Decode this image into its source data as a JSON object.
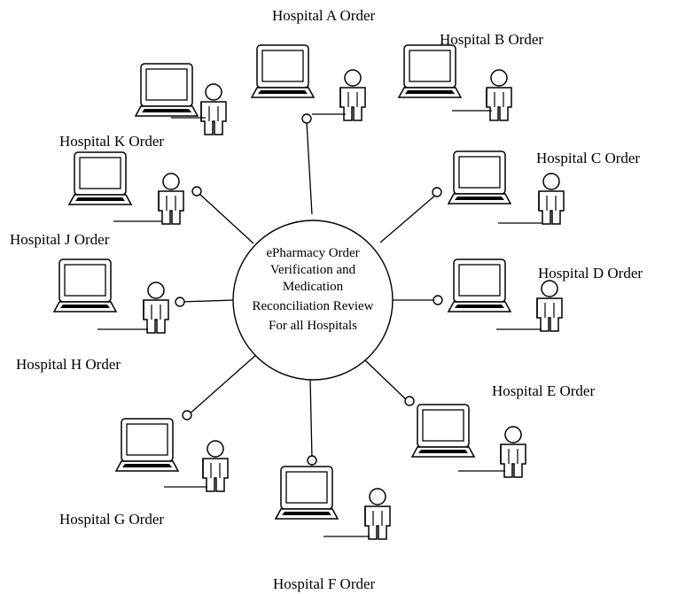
{
  "hub": {
    "lines": [
      "ePharmacy Order",
      "Verification and",
      "Medication",
      "Reconciliation Review",
      "For all Hospitals"
    ]
  },
  "nodes": [
    {
      "id": "a",
      "label": "Hospital A Order"
    },
    {
      "id": "b",
      "label": "Hospital B Order"
    },
    {
      "id": "c",
      "label": "Hospital C Order"
    },
    {
      "id": "d",
      "label": "Hospital D Order"
    },
    {
      "id": "e",
      "label": "Hospital E Order"
    },
    {
      "id": "f",
      "label": "Hospital F Order"
    },
    {
      "id": "g",
      "label": "Hospital G Order"
    },
    {
      "id": "h",
      "label": "Hospital H Order"
    },
    {
      "id": "j",
      "label": "Hospital J Order"
    },
    {
      "id": "k",
      "label": "Hospital K Order"
    }
  ],
  "icons": {
    "computer": "laptop-icon",
    "user": "person-icon",
    "port": "connector-circle"
  },
  "colors": {
    "line": "#000000",
    "background": "#ffffff"
  }
}
